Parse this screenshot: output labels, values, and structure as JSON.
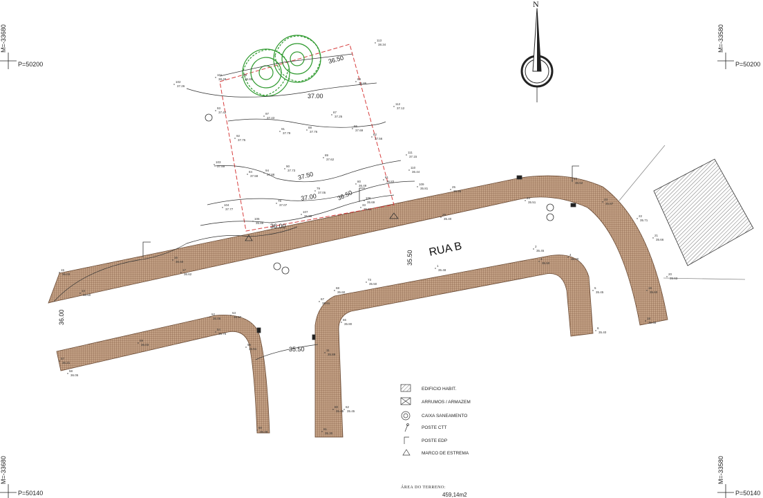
{
  "north": {
    "label": "N"
  },
  "grid": {
    "m_left": "M=-33680",
    "m_right": "M=-33580",
    "p_top": "P=50200",
    "p_bottom": "P=50140"
  },
  "street": {
    "name": "RUA B"
  },
  "contours": [
    "36.50",
    "37.00",
    "37.50",
    "37.00",
    "36.50",
    "36.00",
    "35.50",
    "35.50",
    "36.00"
  ],
  "spots": [
    {
      "n": "113",
      "v": "38.34"
    },
    {
      "n": "102",
      "v": "37.26"
    },
    {
      "n": "101",
      "v": "38.48"
    },
    {
      "n": "98",
      "v": "36.85"
    },
    {
      "n": "83",
      "v": "36.85"
    },
    {
      "n": "112",
      "v": "37.12"
    },
    {
      "n": "97",
      "v": "37.43"
    },
    {
      "n": "87",
      "v": "37.25"
    },
    {
      "n": "93",
      "v": "37.42"
    },
    {
      "n": "91",
      "v": "37.79"
    },
    {
      "n": "88",
      "v": "37.76"
    },
    {
      "n": "86",
      "v": "37.69"
    },
    {
      "n": "92",
      "v": "37.75"
    },
    {
      "n": "82",
      "v": "37.56"
    },
    {
      "n": "111",
      "v": "37.15"
    },
    {
      "n": "89",
      "v": "37.62"
    },
    {
      "n": "103",
      "v": "37.89"
    },
    {
      "n": "90",
      "v": "37.73"
    },
    {
      "n": "110",
      "v": "36.44"
    },
    {
      "n": "94",
      "v": "37.88"
    },
    {
      "n": "84",
      "v": "37.58"
    },
    {
      "n": "81",
      "v": "36.83"
    },
    {
      "n": "80",
      "v": "36.49"
    },
    {
      "n": "109",
      "v": "35.81"
    },
    {
      "n": "79",
      "v": "37.05"
    },
    {
      "n": "78",
      "v": "37.07"
    },
    {
      "n": "108",
      "v": "35.69"
    },
    {
      "n": "104",
      "v": "37.77"
    },
    {
      "n": "107",
      "v": "35.86"
    },
    {
      "n": "106",
      "v": "35.89"
    },
    {
      "n": "33",
      "v": "35.61"
    },
    {
      "n": "25",
      "v": "35.85"
    },
    {
      "n": "29",
      "v": "35.40"
    },
    {
      "n": "24",
      "v": "35.51"
    },
    {
      "n": "23",
      "v": "35.87"
    },
    {
      "n": "22",
      "v": "35.71"
    },
    {
      "n": "21",
      "v": "35.66"
    },
    {
      "n": "20",
      "v": "35.63"
    },
    {
      "n": "19",
      "v": "35.60"
    },
    {
      "n": "18",
      "v": "35.48"
    },
    {
      "n": "15",
      "v": "36.03"
    },
    {
      "n": "16",
      "v": "36.60"
    },
    {
      "n": "17",
      "v": "36.62"
    },
    {
      "n": "14",
      "v": "36.60"
    },
    {
      "n": "13",
      "v": "36.52"
    },
    {
      "n": "2",
      "v": "35.45"
    },
    {
      "n": "3",
      "v": "35.50"
    },
    {
      "n": "4",
      "v": "35.40"
    },
    {
      "n": "5",
      "v": "35.45"
    },
    {
      "n": "6",
      "v": "35.40"
    },
    {
      "n": "1",
      "v": "35.48"
    },
    {
      "n": "73",
      "v": "35.50"
    },
    {
      "n": "68",
      "v": "35.60"
    },
    {
      "n": "67",
      "v": "35.61"
    },
    {
      "n": "66",
      "v": "35.80"
    },
    {
      "n": "52",
      "v": "36.05"
    },
    {
      "n": "53",
      "v": "35.97"
    },
    {
      "n": "54",
      "v": "35.76"
    },
    {
      "n": "56",
      "v": "35.51"
    },
    {
      "n": "50",
      "v": "35.28"
    },
    {
      "n": "60",
      "v": "35.45"
    },
    {
      "n": "61",
      "v": "35.30"
    },
    {
      "n": "62",
      "v": "35.45"
    },
    {
      "n": "57",
      "v": "36.21"
    },
    {
      "n": "58",
      "v": "36.05"
    },
    {
      "n": "59",
      "v": "36.03"
    },
    {
      "n": "11",
      "v": "35.89"
    }
  ],
  "legend": [
    {
      "label": "EDIFICIO HABIT.",
      "icon": "hatch-square-icon"
    },
    {
      "label": "ARRUMOS / ARMAZEM",
      "icon": "crossed-box-icon"
    },
    {
      "label": "CAIXA SANEAMENTO",
      "icon": "manhole-icon"
    },
    {
      "label": "POSTE CTT",
      "icon": "ctt-pole-icon"
    },
    {
      "label": "POSTE EDP",
      "icon": "edp-pole-icon"
    },
    {
      "label": "MARCO DE ESTREMA",
      "icon": "triangle-marker-icon"
    }
  ],
  "area": {
    "label": "ÁREA DO TERRENO:",
    "value": "459,14m2"
  },
  "colors": {
    "road_fill": "#b9977b",
    "road_mesh": "#6e4a32",
    "plot_line": "#d63b3b",
    "tree": "#2f9a2f",
    "ink": "#222222"
  }
}
